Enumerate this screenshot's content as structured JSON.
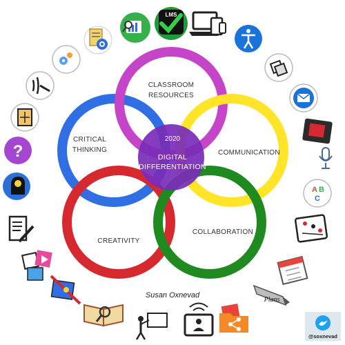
{
  "diagram": {
    "rings": {
      "classroom_resources": {
        "line1": "CLASSROOM",
        "line2": "RESOURCES",
        "color": "#c545c9"
      },
      "communication": {
        "label": "COMMUNICATION",
        "color": "#ffe42a"
      },
      "collaboration": {
        "label": "COLLABORATION",
        "color": "#1f8a1f"
      },
      "creativity": {
        "label": "CREATIVITY",
        "color": "#d6292f"
      },
      "critical_thinking": {
        "line1": "CRITICAL",
        "line2": "THINKING",
        "color": "#2f6fe3"
      }
    },
    "center": {
      "year": "2020",
      "line1": "DIGITAL",
      "line2": "DIFFERENTIATION",
      "color": "#7a2bb8"
    },
    "author": "Susan Oxnevad",
    "icons": {
      "lms_text": "LMS",
      "plans_text": "Plans",
      "question_mark": "?",
      "abc_a": "A",
      "abc_b": "B",
      "abc_c": "C",
      "twitter_handle": "@soxnevad"
    }
  }
}
